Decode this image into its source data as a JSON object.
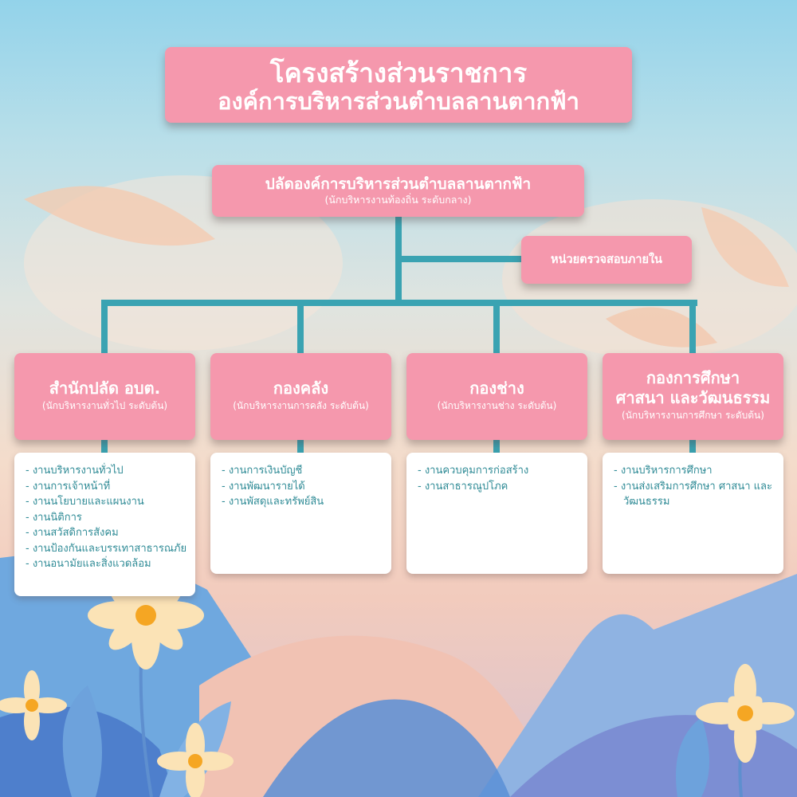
{
  "title": {
    "line1": "โครงสร้างส่วนราชการ",
    "line2": "องค์การบริหารส่วนตำบลลานตากฟ้า"
  },
  "chief": {
    "name": "ปลัดองค์การบริหารส่วนตำบลลานตากฟ้า",
    "level": "(นักบริหารงานท้องถิ่น ระดับกลาง)"
  },
  "audit": {
    "name": "หน่วยตรวจสอบภายใน"
  },
  "departments": [
    {
      "name_line1": "สำนักปลัด อบต.",
      "name_line2": "",
      "level": "(นักบริหารงานทั่วไป  ระดับต้น)",
      "items": [
        "งานบริหารงานทั่วไป",
        "งานการเจ้าหน้าที่",
        "งานนโยบายและแผนงาน",
        "งานนิติการ",
        "งานสวัสดิการสังคม",
        "งานป้องกันและบรรเทาสาธารณภัย",
        "งานอนามัยและสิ่งแวดล้อม"
      ]
    },
    {
      "name_line1": "กองคลัง",
      "name_line2": "",
      "level": "(นักบริหารงานการคลัง ระดับต้น)",
      "items": [
        "งานการเงินบัญชี",
        "งานพัฒนารายได้",
        "งานพัสดุและทรัพย์สิน"
      ]
    },
    {
      "name_line1": "กองช่าง",
      "name_line2": "",
      "level": "(นักบริหารงานช่าง ระดับต้น)",
      "items": [
        "งานควบคุมการก่อสร้าง",
        "งานสาธารณูปโภค"
      ]
    },
    {
      "name_line1": "กองการศึกษา",
      "name_line2": "ศาสนา และวัฒนธรรม",
      "level": "(นักบริหารงานการศึกษา ระดับต้น)",
      "items": [
        "งานบริหารการศึกษา",
        "งานส่งเสริมการศึกษา ศาสนา และ วัฒนธรรม"
      ]
    }
  ],
  "colors": {
    "box_pink": "#f598ad",
    "connector_teal": "#3aa3b2",
    "list_text": "#2f8b96"
  }
}
